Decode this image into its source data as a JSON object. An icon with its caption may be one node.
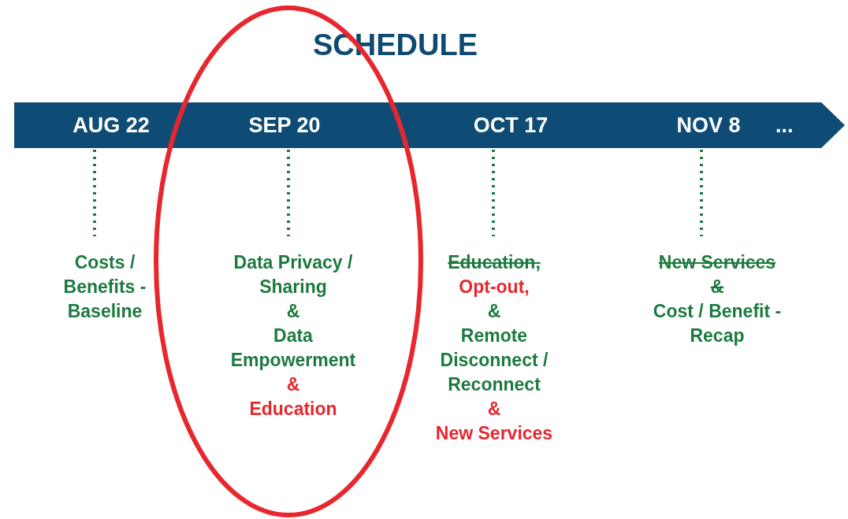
{
  "diagram": {
    "title": "SCHEDULE",
    "nodes": [
      {
        "text": [],
        "shape": "arrow"
      },
      {
        "text": [
          "AUG 22"
        ],
        "in": 0
      },
      {
        "text": [
          "SEP 20"
        ],
        "in": 0
      },
      {
        "text": [
          "OCT 17"
        ],
        "in": 0
      },
      {
        "text": [
          "NOV 8"
        ],
        "in": 0
      },
      {
        "text": [
          "Costs / Benefits - Baseline"
        ]
      },
      {
        "text": [
          "Data Privacy / Sharing",
          "&",
          "Data Empowerment",
          "&",
          "Education"
        ]
      },
      {
        "text": [
          "Education,",
          "Opt-out,",
          "&",
          "Remote Disconnect / Reconnect",
          "&",
          "New Services"
        ]
      },
      {
        "text": [
          "New Services",
          "&",
          "Cost / Benefit - Recap"
        ]
      }
    ],
    "edges": [
      {
        "from": 1,
        "to": 5,
        "arrow": "none",
        "style": "dashed"
      },
      {
        "from": 2,
        "to": 6,
        "arrow": "none",
        "style": "dashed"
      },
      {
        "from": 3,
        "to": 7,
        "arrow": "none",
        "style": "dashed"
      },
      {
        "from": 4,
        "to": 8,
        "arrow": "none",
        "style": "dashed"
      }
    ],
    "labels": [
      "..."
    ]
  }
}
